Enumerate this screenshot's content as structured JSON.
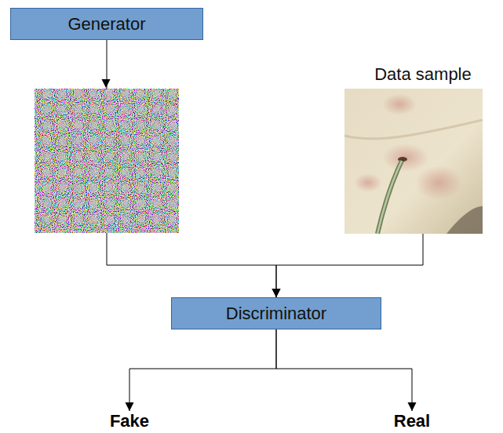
{
  "diagram": {
    "nodes": [
      {
        "text": [
          "Generator"
        ]
      },
      {
        "text": [
          "Data sample"
        ]
      },
      {
        "text": [
          "Discriminator"
        ]
      },
      {
        "text": [
          "Fake"
        ]
      },
      {
        "text": [
          "Real"
        ]
      }
    ],
    "edges": [
      {
        "from": 0,
        "to": 2,
        "arrow": "to"
      },
      {
        "from": 1,
        "to": 2,
        "arrow": "to"
      },
      {
        "from": 2,
        "to": 3,
        "arrow": "to"
      },
      {
        "from": 2,
        "to": 4,
        "arrow": "to"
      }
    ]
  }
}
